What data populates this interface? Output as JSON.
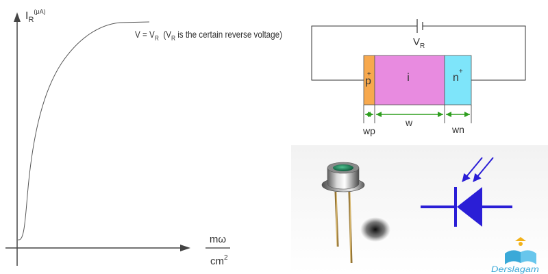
{
  "graph": {
    "y_symbol": "I",
    "y_sub": "R",
    "y_unit": "(μA)",
    "annotation": {
      "prefix": "V = V",
      "prefix_sub": "R",
      "paren_open": "(V",
      "paren_sub": "R",
      "rest": " is the certain reverse voltage)"
    },
    "x_unit_num": "mω",
    "x_unit_den_base": "cm",
    "x_unit_den_exp": "2"
  },
  "circuit": {
    "source_label": "V",
    "source_sub": "R",
    "p_label": "p",
    "p_sup": "+",
    "i_label": "i",
    "n_label": "n",
    "n_sup": "+",
    "wp_label": "wp",
    "w_label": "w",
    "wn_label": "wn"
  },
  "watermark": {
    "text": "Derslagam"
  },
  "colors": {
    "p_region": "#f7a94e",
    "i_region": "#e88be0",
    "n_region": "#7ee5fa",
    "dimension": "#2e9e1f",
    "symbol": "#2a1ed6",
    "curve": "#555555",
    "logo": "#3aa9d8"
  }
}
